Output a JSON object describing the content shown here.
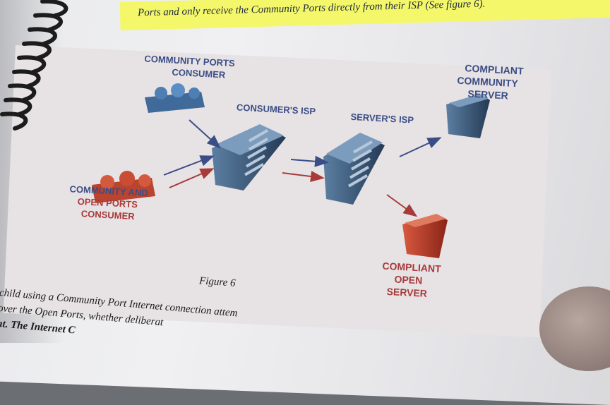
{
  "document": {
    "top_line": "Ports and only receive the Community Ports directly from their ISP (See figure 6).",
    "caption": "Figure 6",
    "body_lines": [
      "child using a Community Port Internet connection attem",
      "over the Open Ports, whether deliberat",
      "nt. The Internet C"
    ]
  },
  "diagram": {
    "labels": {
      "community_ports_consumer_1": "COMMUNITY PORTS",
      "community_ports_consumer_2": "CONSUMER",
      "consumers_isp": "CONSUMER'S ISP",
      "servers_isp": "SERVER'S ISP",
      "compliant_community_server_1": "COMPLIANT",
      "compliant_community_server_2": "COMMUNITY",
      "compliant_community_server_3": "SERVER",
      "community_open_consumer_1": "COMMUNITY AND",
      "community_open_consumer_2": "OPEN PORTS",
      "community_open_consumer_3": "CONSUMER",
      "compliant_open_server_1": "COMPLIANT",
      "compliant_open_server_2": "OPEN",
      "compliant_open_server_3": "SERVER"
    },
    "colors": {
      "community": "#3a4d86",
      "open": "#a83a3a",
      "server_body": "#3d5a78"
    }
  }
}
